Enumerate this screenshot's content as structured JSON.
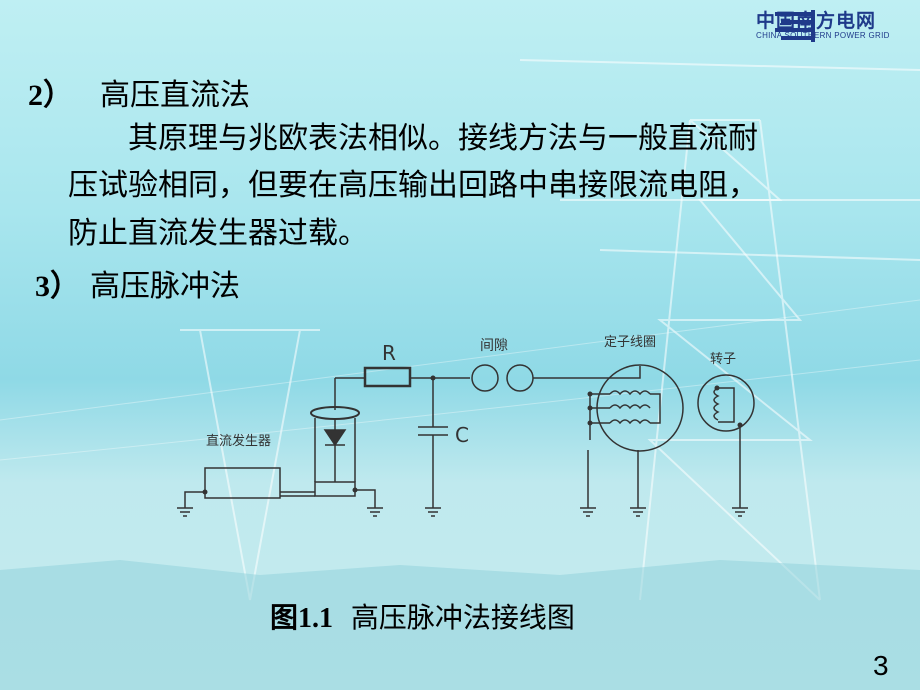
{
  "logo": {
    "name_cn": "中国南方电网",
    "name_en": "CHINA SOUTHERN POWER GRID"
  },
  "section2": {
    "number": "2）",
    "title": "高压直流法",
    "lines": [
      "其原理与兆欧表法相似。接线方法与一般直流耐",
      "压试验相同，但要在高压输出回路中串接限流电阻，",
      "防止直流发生器过载。"
    ]
  },
  "section3": {
    "number": "3）",
    "title": "高压脉冲法"
  },
  "diagram": {
    "label_r": "R",
    "label_gap": "间隙",
    "label_stator": "定子线圈",
    "label_rotor": "转子",
    "label_c": "C",
    "label_dc_gen": "直流发生器"
  },
  "caption": {
    "number": "图1.1",
    "text": "高压脉冲法接线图"
  },
  "page_number": "3"
}
